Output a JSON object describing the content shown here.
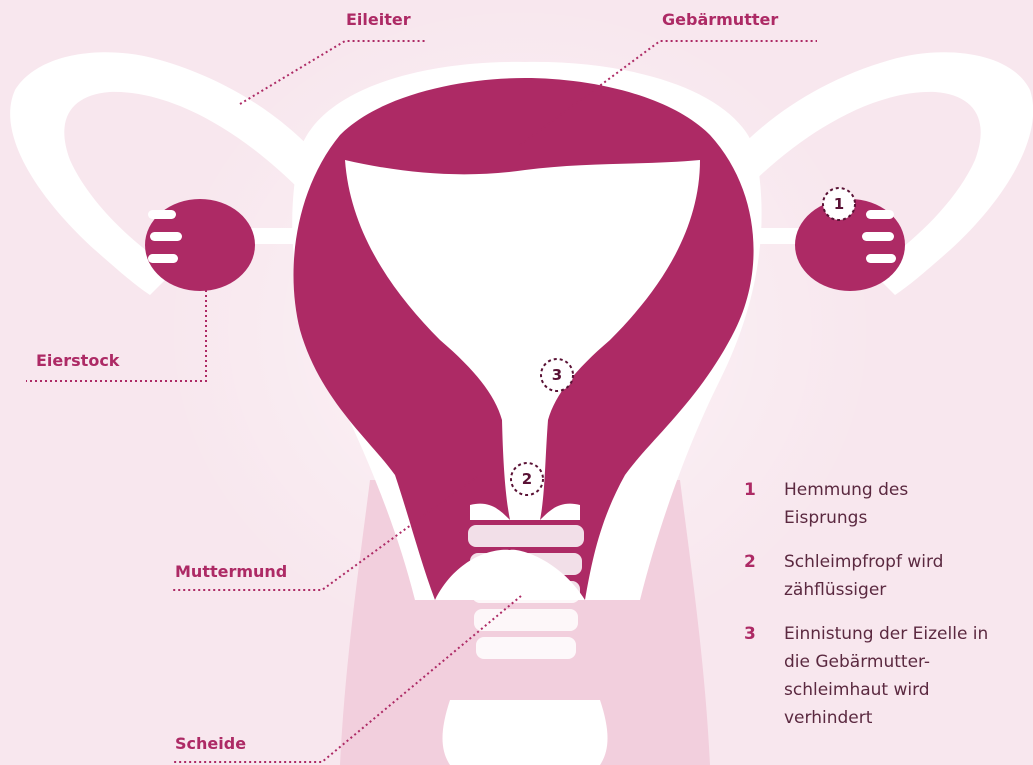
{
  "labels": {
    "eileiter": "Eileiter",
    "gebaermutter": "Gebärmutter",
    "eierstock": "Eierstock",
    "muttermund": "Muttermund",
    "scheide": "Scheide"
  },
  "markers": [
    "1",
    "2",
    "3"
  ],
  "legend": [
    {
      "num": "1",
      "text": "Hemmung des Eisprungs"
    },
    {
      "num": "2",
      "text": "Schleimpfropf wird zähflüssiger"
    },
    {
      "num": "3",
      "text": "Einnistung der Eizelle in die Gebärmutter-schleimhaut wird verhindert"
    }
  ],
  "colors": {
    "background": "#f8e7ee",
    "organ": "#ad2a65",
    "outline": "#ffffff",
    "label": "#ad2a65",
    "vagina_light": "#f2cfdd"
  }
}
